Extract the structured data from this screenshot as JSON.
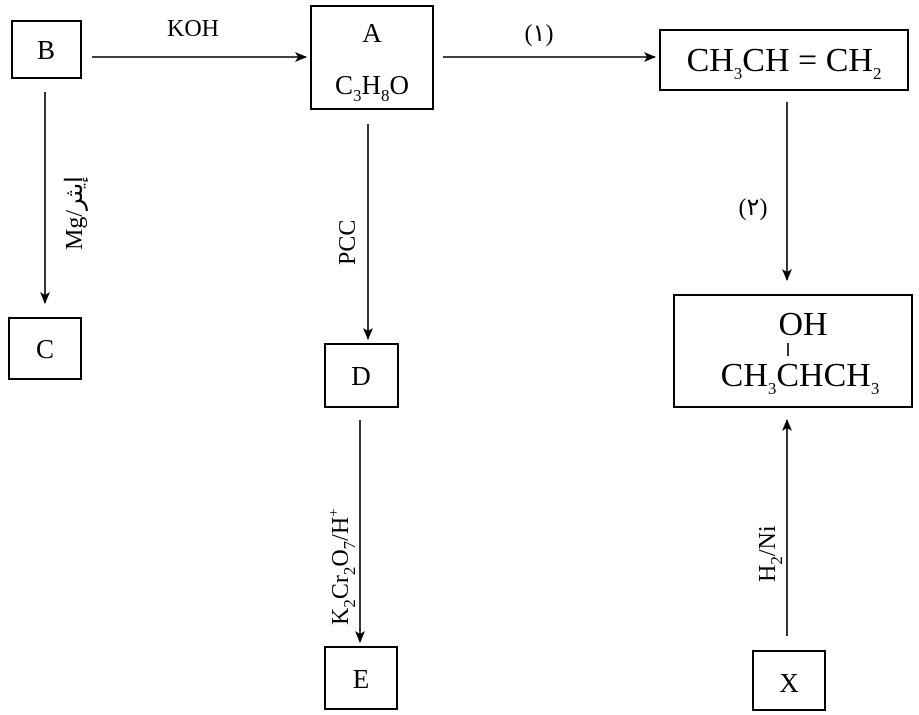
{
  "nodes": {
    "B": "B",
    "C": "C",
    "A_label": "A",
    "A_formula": {
      "c": "C",
      "c_n": "3",
      "h": "H",
      "h_n": "8",
      "o": "O"
    },
    "D": "D",
    "E": "E",
    "X": "X",
    "propene": {
      "p1": "CH",
      "p1_n": "3",
      "p2": "CH = CH",
      "p2_n": "2"
    },
    "propanol2": {
      "oh": "OH",
      "p1": "CH",
      "p1_n": "3",
      "p2": "CHCH",
      "p2_n": "3"
    }
  },
  "reagents": {
    "koh": "KOH",
    "step1": "(١)",
    "step2": "(٢)",
    "mg_main": "Mg/",
    "mg_solvent": "إيثر",
    "pcc": "PCC",
    "dichromate": {
      "k": "K",
      "k_n": "2",
      "cr": "Cr",
      "cr_n": "2",
      "o": "O",
      "o_n": "7",
      "h": "/H",
      "h_charge": "+"
    },
    "h2ni": {
      "h": "H",
      "h_n": "2",
      "ni": "/Ni"
    }
  }
}
